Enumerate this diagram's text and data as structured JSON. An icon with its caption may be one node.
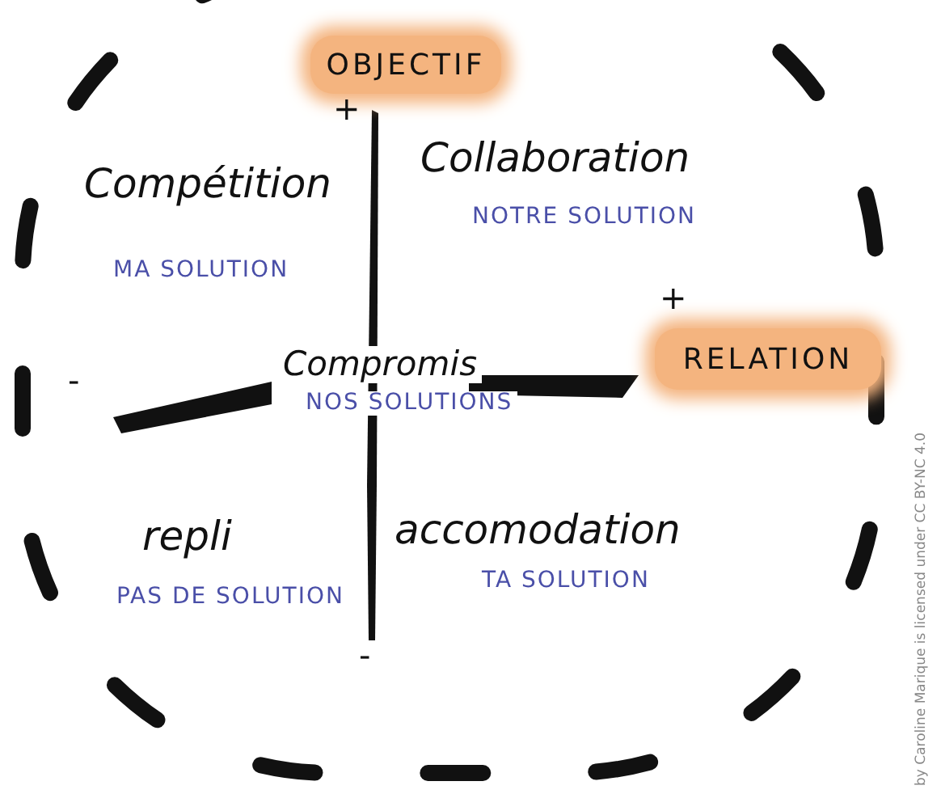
{
  "diagram": {
    "nodes": [
      {
        "text": [
          "OBJECTIF"
        ],
        "beside": [
          "+"
        ]
      },
      {
        "text": [
          "RELATION"
        ],
        "beside": [
          "+"
        ]
      }
    ],
    "labels": [
      "Compétition",
      "MA SOLUTION",
      "Collaboration",
      "NOTRE SOLUTION",
      "-",
      "Compromis",
      "NOS SOLUTIONS",
      "repli",
      "PAS DE SOLUTION",
      "accomodation",
      "TA SOLUTION",
      "-",
      "by Caroline Marique is licensed under CC BY-NC 4.0"
    ]
  }
}
